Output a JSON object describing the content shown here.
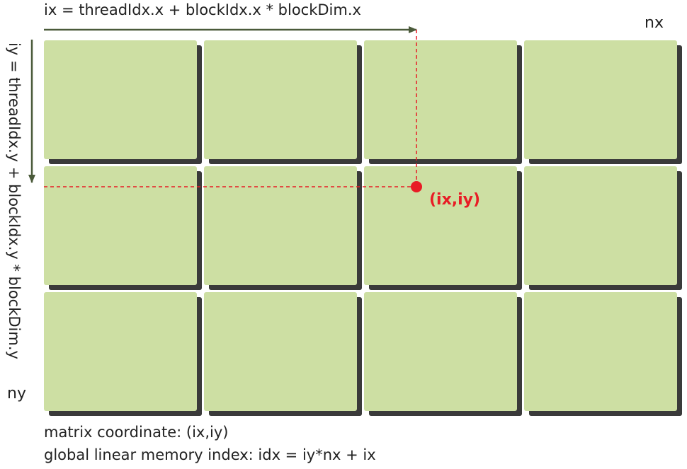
{
  "labels": {
    "ix_formula": "ix = threadIdx.x + blockIdx.x * blockDim.x",
    "iy_formula": "iy = threadIdx.y + blockIdx.y * blockDim.y",
    "nx": "nx",
    "ny": "ny",
    "point": "(ix,iy)"
  },
  "caption": {
    "line1": "matrix coordinate: (ix,iy)",
    "line2": "global linear memory index: idx = iy*nx + ix"
  },
  "grid": {
    "rows": 3,
    "cols": 4
  },
  "colors": {
    "block_fill": "#cddfa3",
    "block_shadow": "#3a3a3a",
    "arrow": "#4a5a3a",
    "highlight": "#e81c25"
  }
}
